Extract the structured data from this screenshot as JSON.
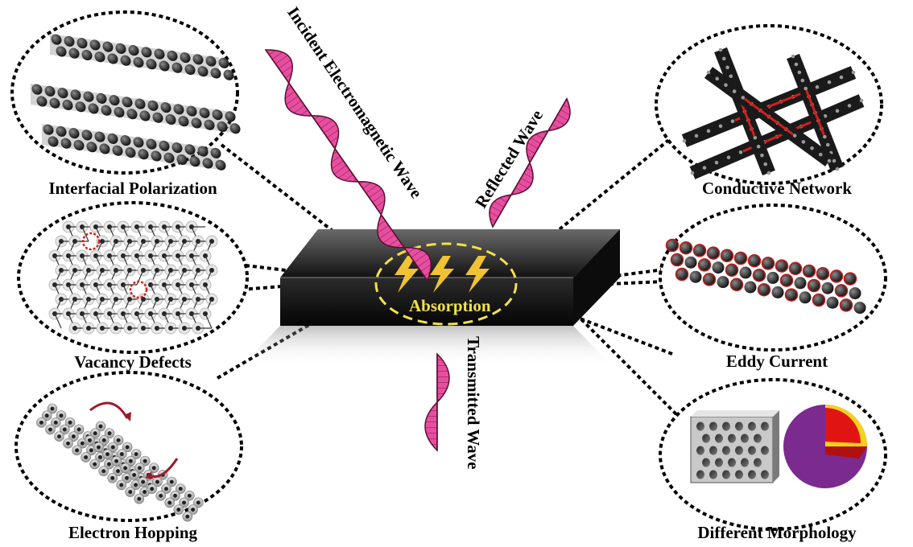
{
  "mechanisms": {
    "interfacial_polarization": "Interfacial Polarization",
    "vacancy_defects": "Vacancy Defects",
    "electron_hopping": "Electron Hopping",
    "conductive_network": "Conductive Network",
    "eddy_current": "Eddy Current",
    "different_morphology": "Different Morphology"
  },
  "waves": {
    "incident": "Incident Electromagnetic Wave",
    "reflected": "Reflected Wave",
    "transmitted": "Transmitted Wave"
  },
  "center_label": "Absorption",
  "colors": {
    "wave_fill": "#e84ea0",
    "slab": "#1a1a1a",
    "absorption_accent": "#f2e14a",
    "highlight_red": "#d21f1f",
    "morphology_purple": "#7b2a8f",
    "morphology_red": "#e11414",
    "morphology_yellow": "#f5d21a"
  }
}
